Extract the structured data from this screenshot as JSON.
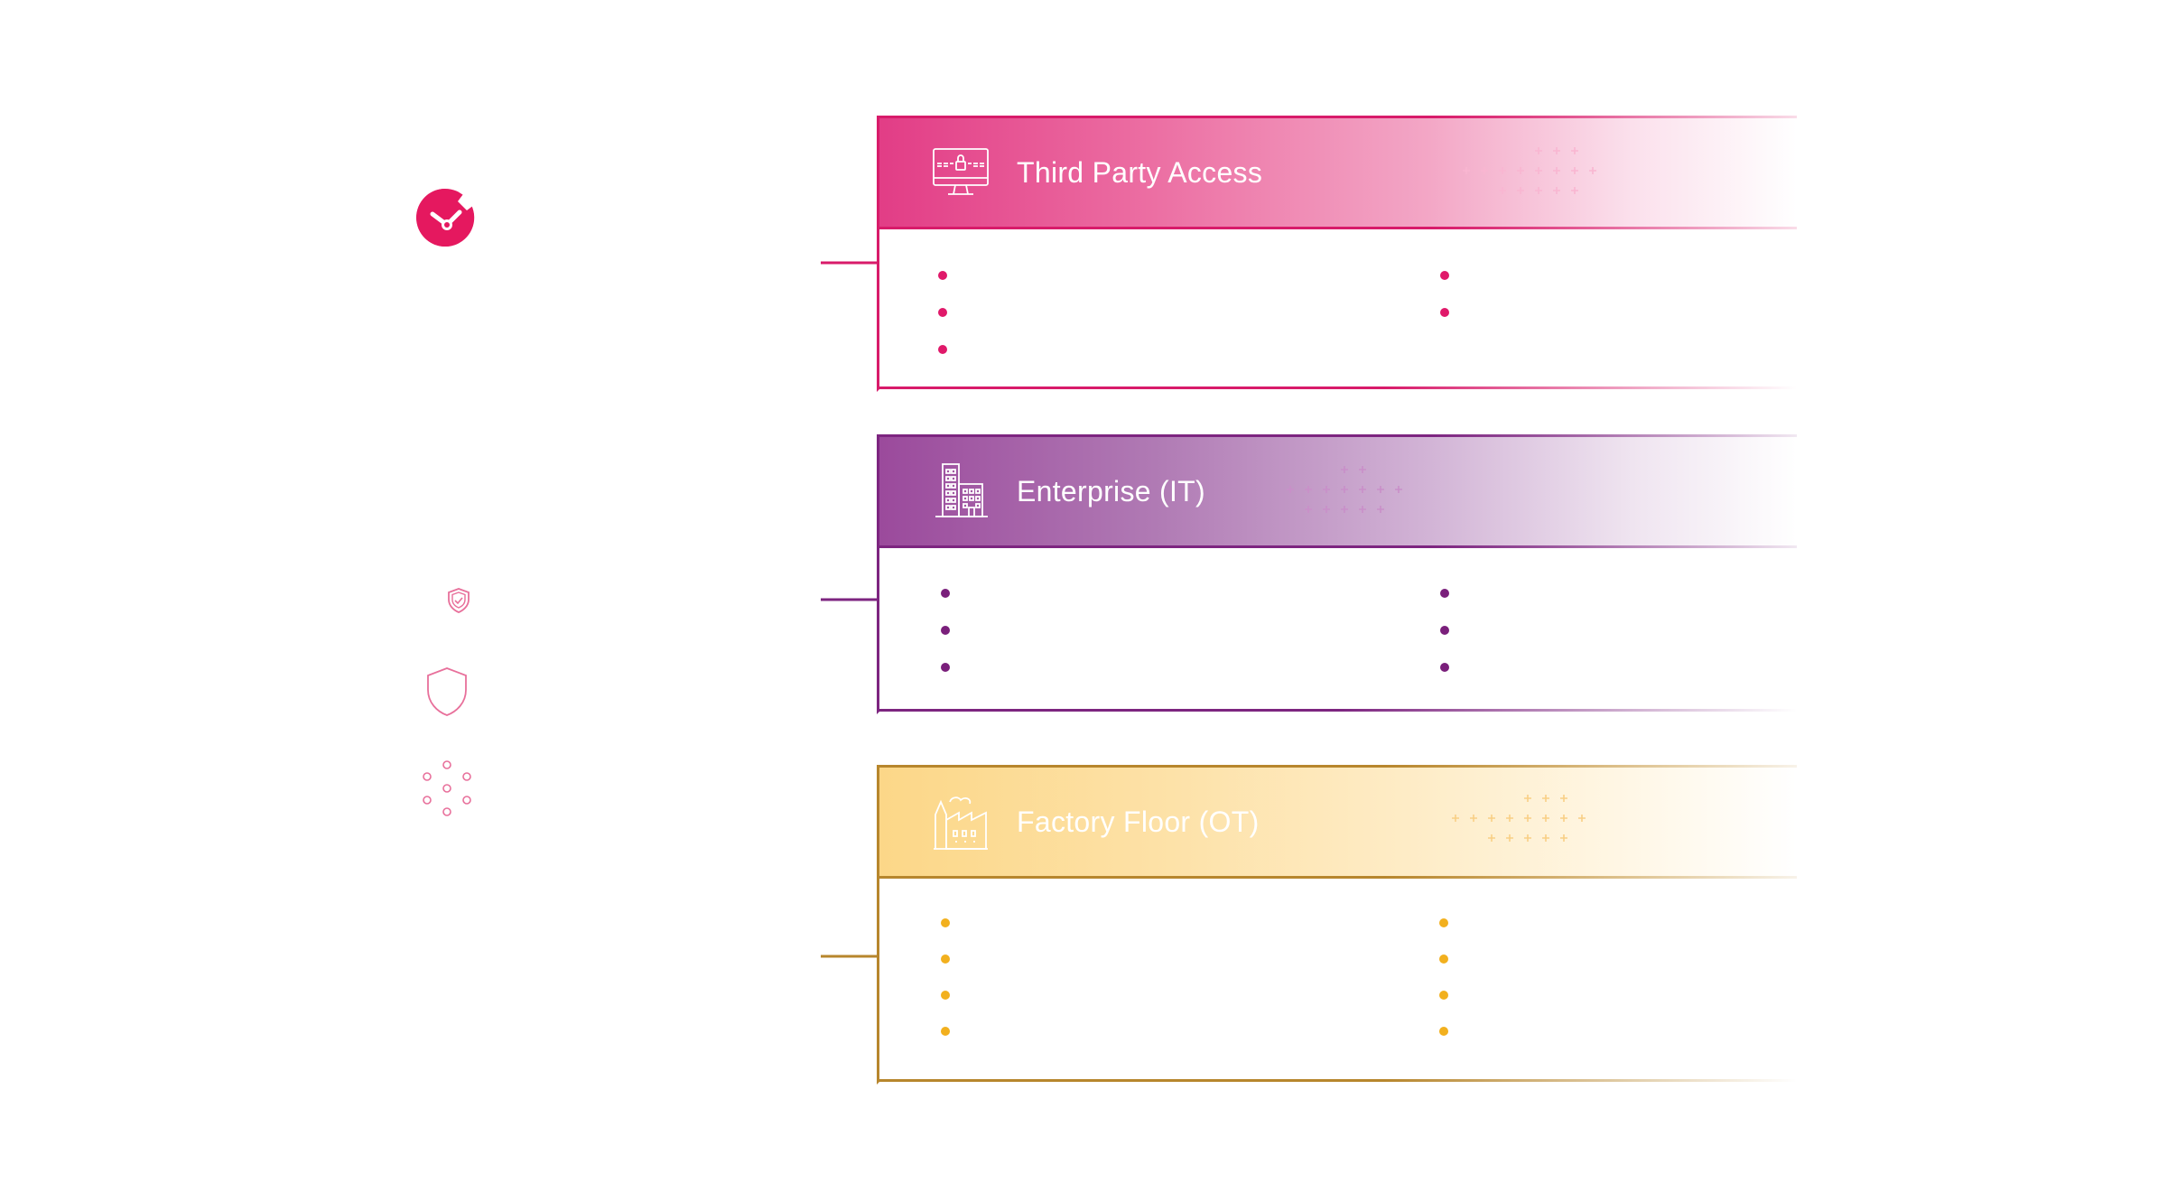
{
  "colors": {
    "tpa_accent": "#d81b6a",
    "it_accent": "#7d2580",
    "ot_accent": "#b7862d",
    "tpa_bullet": "#e0196a",
    "it_bullet": "#7a1f7b",
    "ot_bullet": "#f2b01e",
    "side_icon": "#e8709b"
  },
  "logo": {
    "icon": "brand-logo-icon"
  },
  "side_icons": [
    "shield-check-icon",
    "shield-icon",
    "dots-circle-icon"
  ],
  "panels": {
    "tpa": {
      "title": "Third Party Access",
      "icon": "monitor-lock-icon",
      "left_bullets": 3,
      "right_bullets": 2
    },
    "it": {
      "title": "Enterprise (IT)",
      "icon": "office-building-icon",
      "left_bullets": 3,
      "right_bullets": 3
    },
    "ot": {
      "title": "Factory Floor (OT)",
      "icon": "factory-icon",
      "left_bullets": 4,
      "right_bullets": 4
    }
  }
}
